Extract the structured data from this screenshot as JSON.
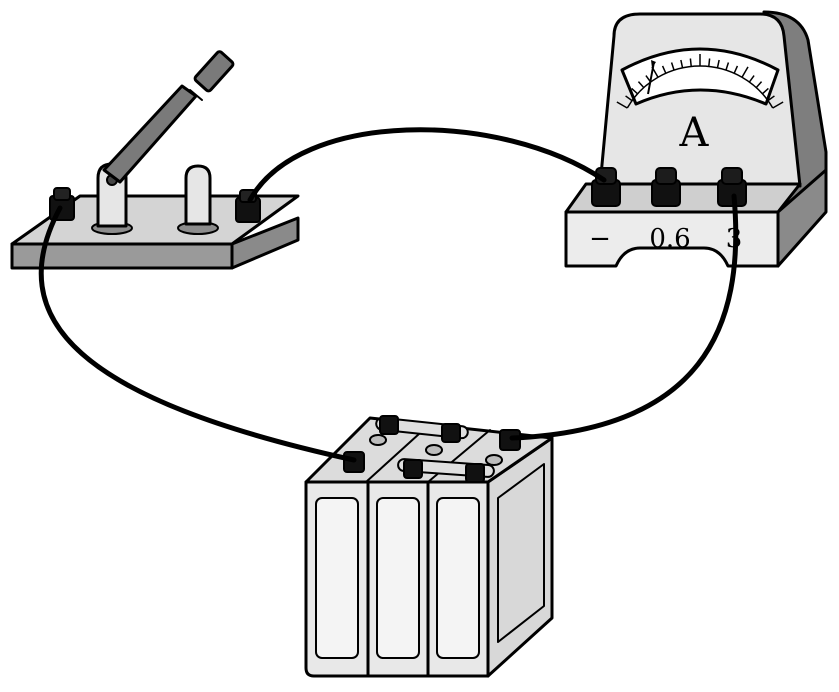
{
  "ammeter": {
    "symbol": "A",
    "terminals": [
      "−",
      "0.6",
      "3"
    ]
  },
  "colors": {
    "base_light": "#d4d4d4",
    "base_side": "#9a9a9a",
    "lever": "#7a7a7a",
    "wire": "#000000",
    "panel": "#ececec"
  }
}
